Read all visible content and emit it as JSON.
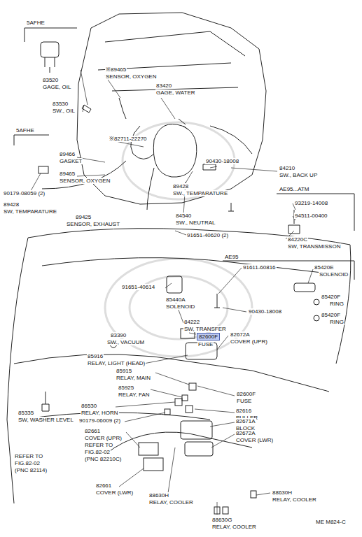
{
  "diagram": {
    "nodes": [
      {
        "text": [
          "82600F"
        ]
      }
    ],
    "edges": [],
    "labels": [
      "5AFHE",
      "83520",
      "GAGE, OIL",
      "※89465",
      "SENSOR, OXYGEN",
      "83420",
      "GAGE, WATER",
      "83530",
      "SW., OIL",
      "※82711-22270",
      "5AFHE",
      "89466",
      "GASKET",
      "89465",
      "SENSOR, OXYGEN",
      "90179-08059 (2)",
      "89428",
      "SW, TEMPARATURE",
      "89425",
      "SENSOR, EXHAUST",
      "90430-18008",
      "84210",
      "SW., BACK UP",
      "89428",
      "SW., TEMPARATURE",
      "84540",
      "SW., NEUTRAL",
      "91651-40620 (2)",
      "AE95...ATM",
      "93219-14008",
      "94511-00400",
      "84220C",
      "SW, TRANSMISSON",
      "AE95",
      "91611-60816",
      "85420E",
      "SOLENOID",
      "91651-40614",
      "85440A",
      "SOLENOID",
      "90430-18008",
      "85420F",
      "RING",
      "85420F",
      "RING",
      "84222",
      "SW, TRANSFER",
      "FUSE",
      "82672A",
      "COVER (UPR)",
      "83390",
      "SW., VACUUM",
      "85916",
      "RELAY, LIGHT (HEAD)",
      "85915",
      "RELAY, MAIN",
      "85925",
      "RELAY, FAN",
      "82600F",
      "FUSE",
      "85335",
      "SW, WASHER LEVEL",
      "86530",
      "RELAY, HORN",
      "82616",
      "PULLER",
      "90179-06009 (2)",
      "82661",
      "COVER (UPR)",
      "82671A",
      "BLOCK",
      "82672A",
      "COVER (LWR)",
      "REFER TO",
      "FIG.82-02",
      "(PNC 82210C)",
      "REFER TO",
      "FIG.82-02",
      "(PNC 82114)",
      "82661",
      "COVER (LWR)",
      "88630H",
      "RELAY, COOLER",
      "88630H",
      "RELAY, COOLER",
      "88630G",
      "RELAY, COOLER",
      "ME M824-C"
    ]
  }
}
